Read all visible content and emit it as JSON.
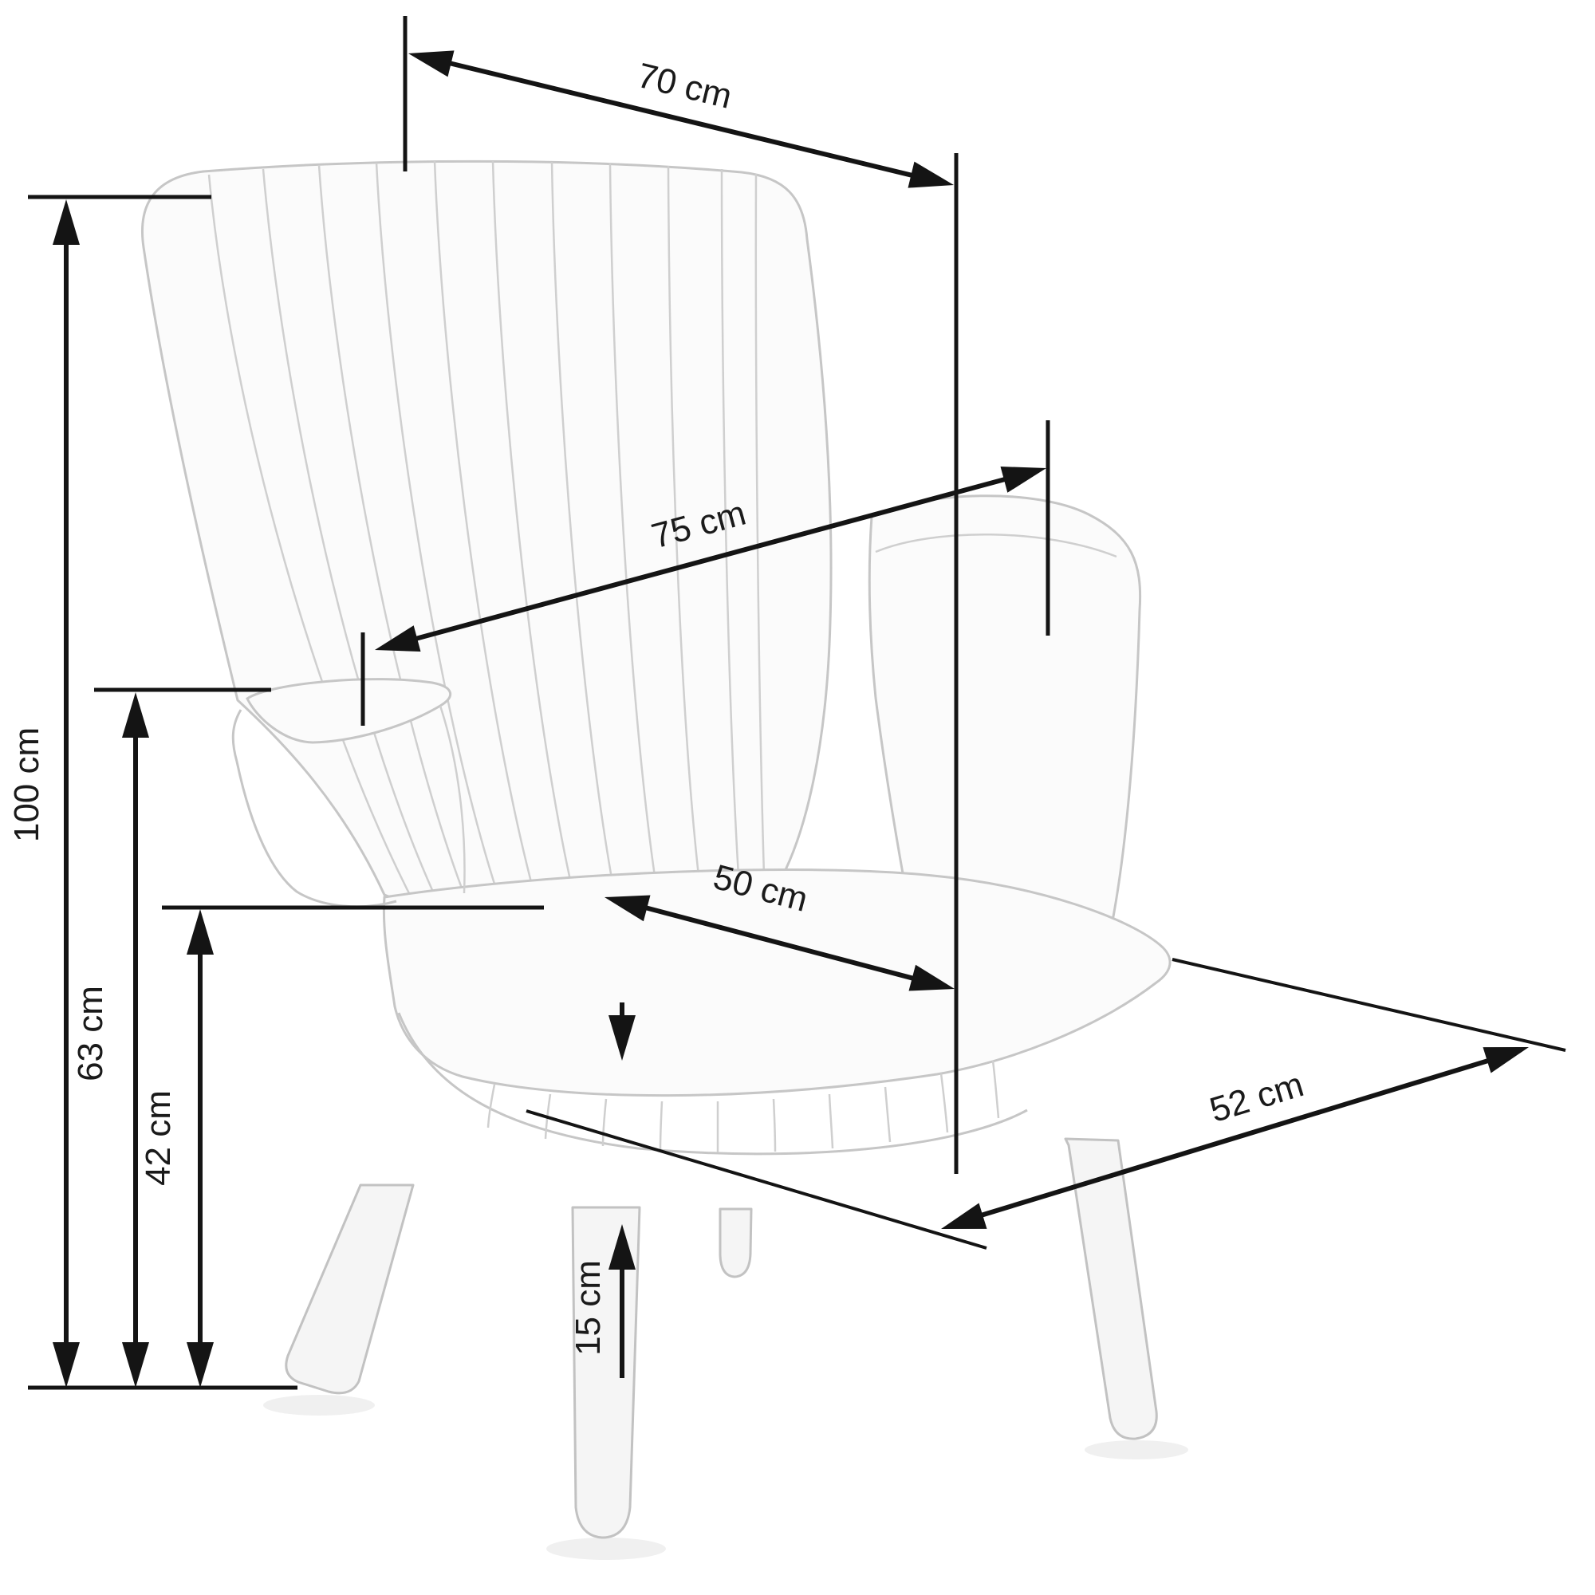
{
  "diagram": {
    "type": "furniture-dimension-drawing",
    "subject": "high-back armchair with vertical channel-tufted upholstery and tapered wooden legs",
    "unit": "cm",
    "background_color": "#ffffff",
    "dimension_line_color": "#141414",
    "sketch_line_color": "#c6c6c6"
  },
  "dimensions": {
    "overall_width": {
      "label": "70 cm",
      "value": 70
    },
    "overall_depth": {
      "label": "75 cm",
      "value": 75
    },
    "overall_height": {
      "label": "100 cm",
      "value": 100
    },
    "armrest_height": {
      "label": "63 cm",
      "value": 63
    },
    "seat_height": {
      "label": "42 cm",
      "value": 42
    },
    "seat_width": {
      "label": "50 cm",
      "value": 50
    },
    "seat_depth": {
      "label": "52 cm",
      "value": 52
    },
    "leg_height": {
      "label": "15 cm",
      "value": 15
    }
  }
}
